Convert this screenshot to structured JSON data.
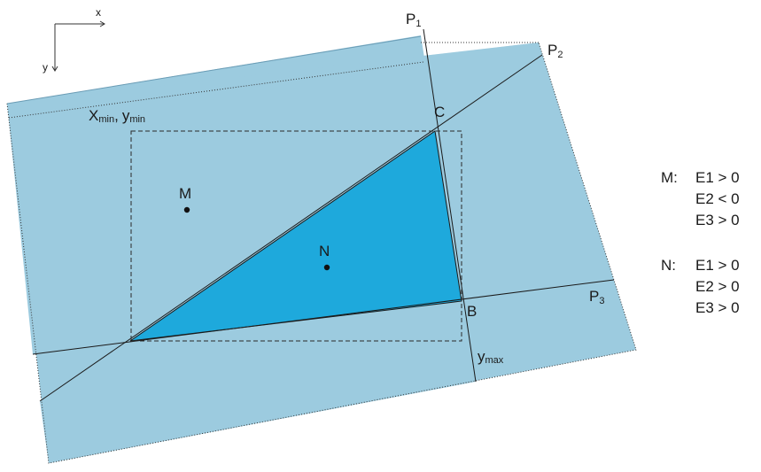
{
  "axes": {
    "x_label": "x",
    "y_label": "y"
  },
  "vertices": {
    "P1": {
      "letter": "P",
      "sub": "1"
    },
    "P2": {
      "letter": "P",
      "sub": "2"
    },
    "P3": {
      "letter": "P",
      "sub": "3"
    },
    "C": "C",
    "B": "B"
  },
  "bbox_labels": {
    "min_x": "X",
    "min_x_sub": "min",
    "comma": ",",
    "min_y": "y",
    "min_y_sub": "min",
    "max_y": "y",
    "max_y_sub": "max"
  },
  "points": {
    "M": "M",
    "N": "N"
  },
  "conditions": {
    "M": {
      "name": "M:",
      "lines": [
        "E1 > 0",
        "E2 < 0",
        "E3 > 0"
      ]
    },
    "N": {
      "name": "N:",
      "lines": [
        "E1 > 0",
        "E2 > 0",
        "E3 > 0"
      ]
    }
  },
  "colors": {
    "region_light": "#e1e9ef",
    "region_mid": "#9ccbdf",
    "triangle": "#1ea9dc",
    "edge": "#1a1a1a"
  }
}
